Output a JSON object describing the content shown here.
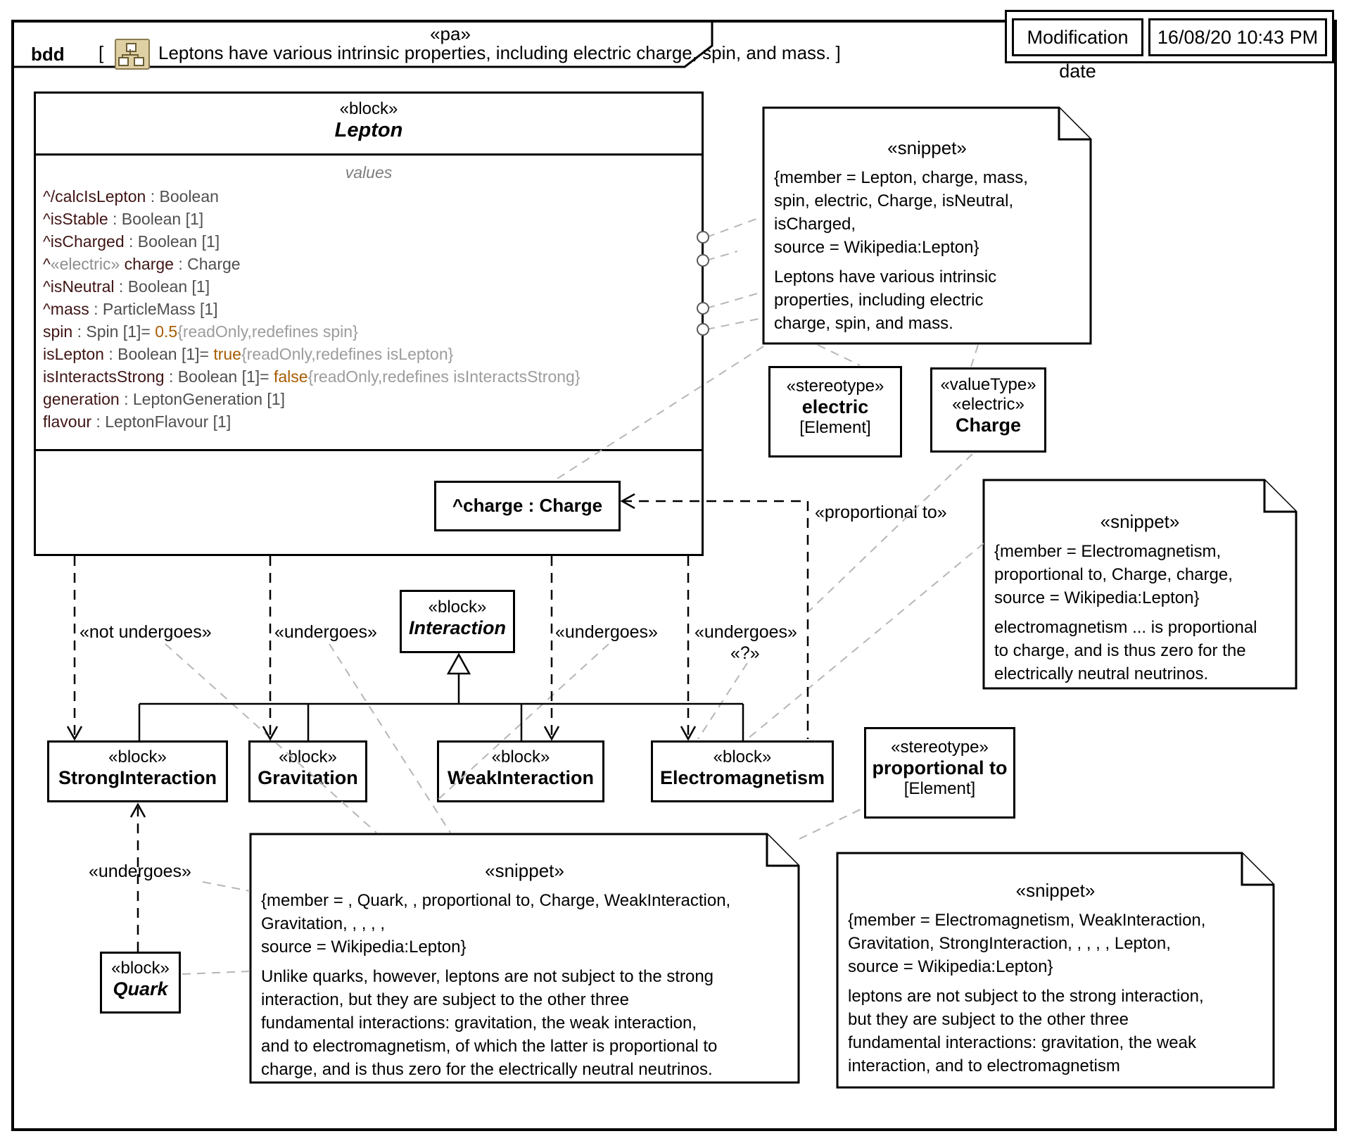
{
  "frame": {
    "stereotype": "«pa»",
    "kind": "bdd",
    "bracket_open": "[",
    "title": "Leptons have various intrinsic properties, including electric charge, spin, and mass.",
    "bracket_close": "]"
  },
  "modification": {
    "label": "Modification date",
    "value": "16/08/20 10:43 PM"
  },
  "lepton": {
    "stereotype": "«block»",
    "name": "Lepton",
    "compartment_label": "values",
    "attributes": [
      [
        {
          "t": "^/calcIsLepton",
          "c": "n"
        },
        {
          "t": " : Boolean",
          "c": "t"
        }
      ],
      [
        {
          "t": "^isStable",
          "c": "n"
        },
        {
          "t": " : Boolean [1]",
          "c": "t"
        }
      ],
      [
        {
          "t": "^isCharged",
          "c": "n"
        },
        {
          "t": " : Boolean [1]",
          "c": "t"
        }
      ],
      [
        {
          "t": "^",
          "c": "n"
        },
        {
          "t": "«electric» ",
          "c": "s"
        },
        {
          "t": "charge",
          "c": "n"
        },
        {
          "t": " : Charge",
          "c": "t"
        }
      ],
      [
        {
          "t": "^isNeutral",
          "c": "n"
        },
        {
          "t": " : Boolean [1]",
          "c": "t"
        }
      ],
      [
        {
          "t": "^mass",
          "c": "n"
        },
        {
          "t": " : ParticleMass [1]",
          "c": "t"
        }
      ],
      [
        {
          "t": "spin",
          "c": "n"
        },
        {
          "t": " : Spin [1]",
          "c": "t"
        },
        {
          "t": "= ",
          "c": "t"
        },
        {
          "t": "0.5",
          "c": "v"
        },
        {
          "t": "{readOnly,redefines spin}",
          "c": "c"
        }
      ],
      [
        {
          "t": "isLepton",
          "c": "n"
        },
        {
          "t": " : Boolean [1]",
          "c": "t"
        },
        {
          "t": "= ",
          "c": "t"
        },
        {
          "t": "true",
          "c": "v"
        },
        {
          "t": "{readOnly,redefines isLepton}",
          "c": "c"
        }
      ],
      [
        {
          "t": "isInteractsStrong",
          "c": "n"
        },
        {
          "t": " : Boolean [1]",
          "c": "t"
        },
        {
          "t": "= ",
          "c": "t"
        },
        {
          "t": "false",
          "c": "v"
        },
        {
          "t": "{readOnly,redefines isInteractsStrong}",
          "c": "c"
        }
      ],
      [
        {
          "t": "generation",
          "c": "n"
        },
        {
          "t": " : LeptonGeneration [1]",
          "c": "t"
        }
      ],
      [
        {
          "t": "flavour",
          "c": "n"
        },
        {
          "t": " : LeptonFlavour [1]",
          "c": "t"
        }
      ]
    ],
    "charge_part": "^charge : Charge"
  },
  "interaction": {
    "stereotype": "«block»",
    "name": "Interaction"
  },
  "blocks": [
    {
      "stereotype": "«block»",
      "name": "StrongInteraction"
    },
    {
      "stereotype": "«block»",
      "name": "Gravitation"
    },
    {
      "stereotype": "«block»",
      "name": "WeakInteraction"
    },
    {
      "stereotype": "«block»",
      "name": "Electromagnetism"
    }
  ],
  "quark": {
    "stereotype": "«block»",
    "name": "Quark"
  },
  "stereotype_boxes": {
    "electric": {
      "kind": "«stereotype»",
      "name": "electric",
      "meta": "[Element]"
    },
    "charge": {
      "kind": "«valueType»",
      "kind2": "«electric»",
      "name": "Charge"
    },
    "proportional": {
      "kind": "«stereotype»",
      "name": "proportional to",
      "meta": "[Element]"
    }
  },
  "relations": {
    "not_undergoes": "«not undergoes»",
    "undergoes": "«undergoes»",
    "unknown": "«?»",
    "proportional_to": "«proportional to»"
  },
  "notes": [
    {
      "heading": "«snippet»",
      "meta": [
        "{member = Lepton, charge, mass,",
        "spin, electric, Charge, isNeutral,",
        "isCharged,",
        "source = Wikipedia:Lepton}"
      ],
      "body": [
        "Leptons have various intrinsic",
        "properties, including electric",
        "charge, spin, and mass."
      ]
    },
    {
      "heading": "«snippet»",
      "meta": [
        "{member = Electromagnetism,",
        "proportional to, Charge, charge,",
        "source = Wikipedia:Lepton}"
      ],
      "body": [
        "electromagnetism ... is proportional",
        "to charge, and is thus zero for the",
        "electrically neutral neutrinos."
      ]
    },
    {
      "heading": "«snippet»",
      "meta": [
        "{member = , Quark, , proportional to, Charge, WeakInteraction,",
        "Gravitation, , , , ,",
        "source = Wikipedia:Lepton}"
      ],
      "body": [
        "Unlike quarks, however, leptons are not subject to the strong",
        "interaction, but they are subject to the other three",
        "fundamental interactions: gravitation, the weak interaction,",
        "and to electromagnetism, of which the latter is proportional to",
        "charge, and is thus zero for the electrically neutral neutrinos."
      ]
    },
    {
      "heading": "«snippet»",
      "meta": [
        "{member = Electromagnetism, WeakInteraction,",
        "Gravitation, StrongInteraction, , , , , Lepton,",
        "source = Wikipedia:Lepton}"
      ],
      "body": [
        "leptons are not subject to the strong interaction,",
        "but they are subject to the other three",
        "fundamental interactions: gravitation, the weak",
        "interaction, and to electromagnetism"
      ]
    }
  ]
}
